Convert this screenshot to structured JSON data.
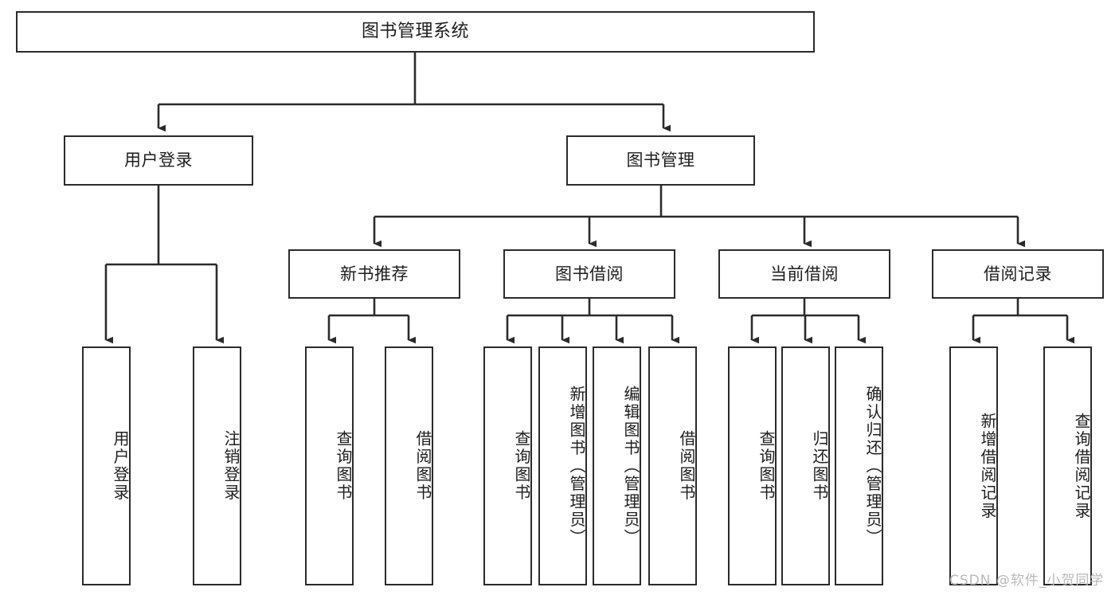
{
  "diagram": {
    "title": "图书管理系统",
    "type": "tree-hierarchy",
    "root": {
      "label": "图书管理系统"
    },
    "level1": [
      {
        "label": "用户登录"
      },
      {
        "label": "图书管理"
      }
    ],
    "level2": [
      {
        "label": "新书推荐"
      },
      {
        "label": "图书借阅"
      },
      {
        "label": "当前借阅"
      },
      {
        "label": "借阅记录"
      }
    ],
    "leaves": {
      "user_login": [
        {
          "label": "用户登录"
        },
        {
          "label": "注销登录"
        }
      ],
      "new_book_recommend": [
        {
          "label": "查询图书"
        },
        {
          "label": "借阅图书"
        }
      ],
      "book_borrow": [
        {
          "label": "查询图书"
        },
        {
          "label": "新增图书（管理员）"
        },
        {
          "label": "编辑图书（管理员）"
        },
        {
          "label": "借阅图书"
        }
      ],
      "current_borrow": [
        {
          "label": "查询图书"
        },
        {
          "label": "归还图书"
        },
        {
          "label": "确认归还（管理员）"
        }
      ],
      "borrow_record": [
        {
          "label": "新增借阅记录"
        },
        {
          "label": "查询借阅记录"
        }
      ]
    }
  },
  "watermark": {
    "text": "CSDN @软件_小贺同学"
  },
  "colors": {
    "stroke": "#2b2b2b",
    "fill": "#ffffff",
    "text": "#1d1d1d",
    "watermark": "#b9b9b9"
  }
}
